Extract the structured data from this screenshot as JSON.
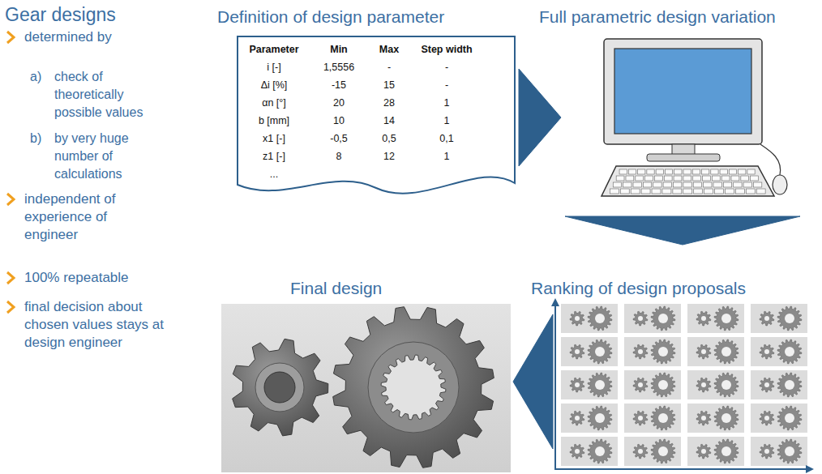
{
  "diagram": {
    "title": "Gear designs",
    "nodes": [
      {
        "text": [
          "Definition of design parameter"
        ]
      },
      {
        "text": [
          "Full parametric design variation"
        ]
      },
      {
        "text": [
          "Ranking of design proposals"
        ]
      },
      {
        "text": [
          "Final design"
        ]
      }
    ],
    "edges": [
      {
        "from": 0,
        "to": 1,
        "arrow": "to"
      },
      {
        "from": 1,
        "to": 2,
        "arrow": "to"
      },
      {
        "from": 2,
        "to": 3,
        "arrow": "to"
      }
    ],
    "labels": [
      "determined by",
      "a)",
      "check of theoretically possible values",
      "b)",
      "by very huge number of calculations",
      "independent of experience of engineer",
      "100% repeatable",
      "final decision about chosen values stays at design engineer",
      "Parameter",
      "Min",
      "Max",
      "Step width",
      "i [-]",
      "1,5556",
      "-",
      "-",
      "Δi [%]",
      "-15",
      "15",
      "-",
      "αn [°]",
      "20",
      "28",
      "1",
      "b [mm]",
      "10",
      "14",
      "1",
      "x1 [-]",
      "-0,5",
      "0,5",
      "0,1",
      "z1 [-]",
      "8",
      "12",
      "1",
      "..."
    ]
  }
}
